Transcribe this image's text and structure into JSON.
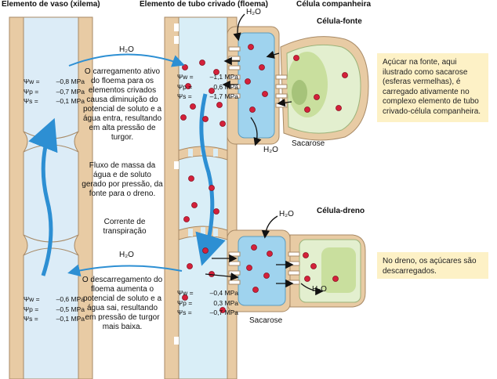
{
  "headers": {
    "xylem": "Elemento de vaso (xilema)",
    "phloem": "Elemento de tubo crivado (floema)",
    "companion": "Célula companheira",
    "source": "Célula-fonte",
    "sink": "Célula-dreno"
  },
  "water_labels": {
    "top_arrow": "H₂O",
    "bottom_arrow": "H₂O",
    "companion_top": "H₂O",
    "companion_bottom": "H₂O",
    "sink_top": "H₂O",
    "sink_right": "H₂O"
  },
  "captions": {
    "loading": "O carregamento ativo do floema para os elementos crivados causa diminuição do potencial de soluto e a água entra, resultando em alta pressão de turgor.",
    "mass_flow": "Fluxo de massa da água e de soluto gerado por pressão, da fonte para o dreno.",
    "transpiration": "Corrente de transpiração",
    "unloading": "O descarregamento do floema aumenta o potencial de soluto e a água sai, resultando em pressão de turgor mais baixa.",
    "sucrose_source": "Sacarose",
    "sucrose_sink": "Sacarose"
  },
  "notes": {
    "source": "Açúcar na fonte, aqui ilustrado como sacarose (esferas vermelhas), é carregado ativamente no complexo elemento de tubo crivado-célula companheira.",
    "sink": "No dreno, os açúcares são descarregados."
  },
  "potentials": {
    "xylem_top": [
      {
        "symbol": "Ψw =",
        "value": "–0,8 MPa"
      },
      {
        "symbol": "Ψp =",
        "value": "–0,7 MPa"
      },
      {
        "symbol": "Ψs =",
        "value": "–0,1 MPa"
      }
    ],
    "phloem_top": [
      {
        "symbol": "Ψw =",
        "value": "–1,1 MPa"
      },
      {
        "symbol": "Ψp =",
        "value": "0,6 MPa"
      },
      {
        "symbol": "Ψs =",
        "value": "–1,7 MPa"
      }
    ],
    "xylem_bottom": [
      {
        "symbol": "Ψw =",
        "value": "–0,6 MPa"
      },
      {
        "symbol": "Ψp =",
        "value": "–0,5 MPa"
      },
      {
        "symbol": "Ψs =",
        "value": "–0,1 MPa"
      }
    ],
    "phloem_bottom": [
      {
        "symbol": "Ψw =",
        "value": "–0,4 MPa"
      },
      {
        "symbol": "Ψp =",
        "value": "0,3 MPa"
      },
      {
        "symbol": "Ψs =",
        "value": "–0,7 MPa"
      }
    ]
  },
  "colors": {
    "wall": "#e8cba4",
    "wall_stroke": "#a88a66",
    "lumen": "#d9eef7",
    "companion": "#9fd3ee",
    "source_cell": "#e3efcf",
    "source_vacuole": "#c9df9e",
    "arrow_blue": "#2d8fd3",
    "sucrose": "#d4203a",
    "note_bg": "#fdf1c6"
  }
}
